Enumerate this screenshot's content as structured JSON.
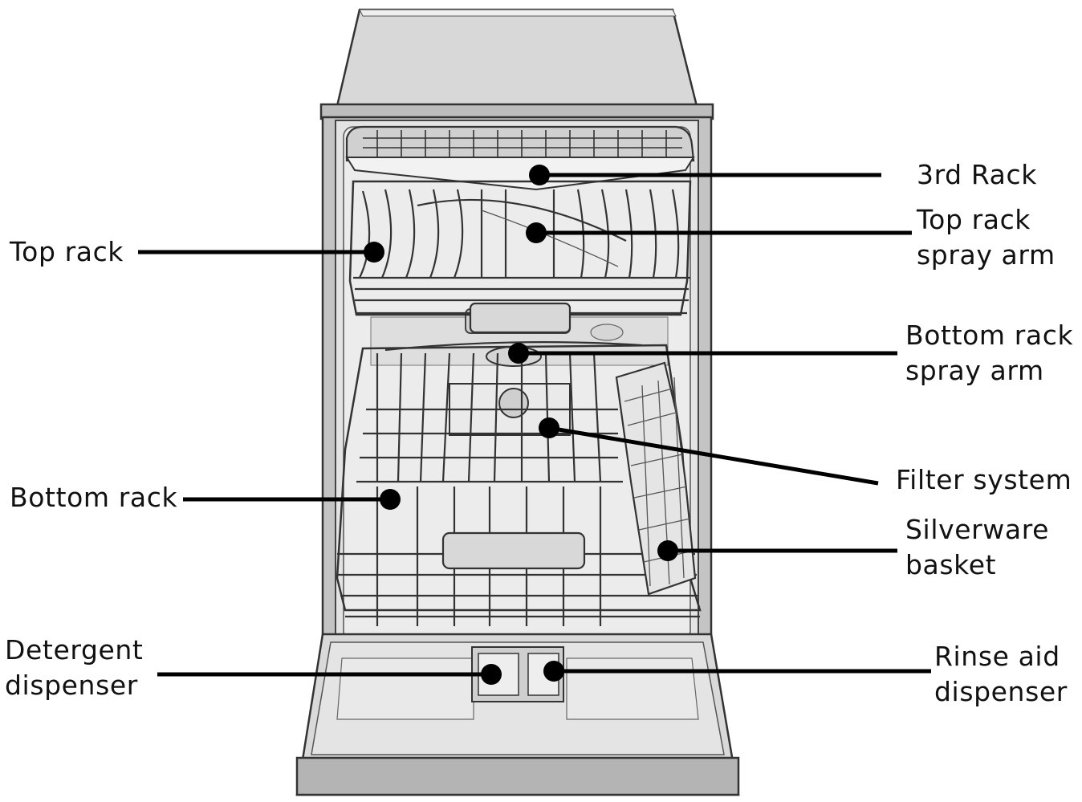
{
  "labels": {
    "third_rack": "3rd Rack",
    "top_rack_spray_arm": [
      "Top rack",
      "spray arm"
    ],
    "top_rack": "Top rack",
    "bottom_rack_spray_arm": [
      "Bottom rack",
      "spray arm"
    ],
    "filter_system": "Filter system",
    "bottom_rack": "Bottom rack",
    "silverware_basket": [
      "Silverware",
      "basket"
    ],
    "detergent_dispenser": [
      "Detergent",
      "dispenser"
    ],
    "rinse_aid_dispenser": [
      "Rinse aid",
      "dispenser"
    ]
  },
  "colors": {
    "leader": "#000000",
    "appliance_fill": "#dcdcdc",
    "appliance_dark": "#a9a9a9",
    "background": "#ffffff"
  }
}
